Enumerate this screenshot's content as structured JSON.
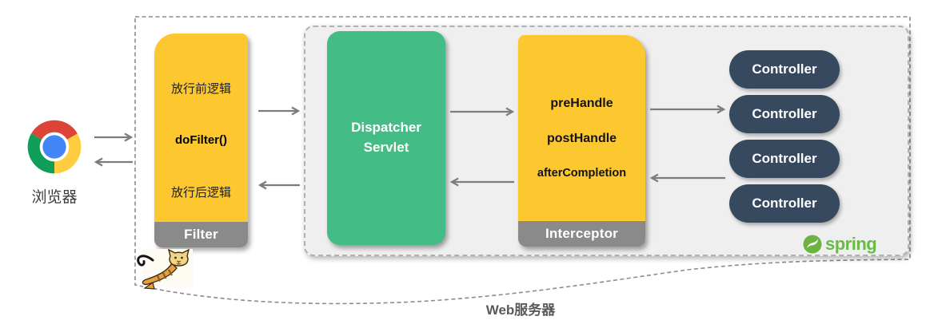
{
  "browser": {
    "label": "浏览器",
    "icon": "chrome-icon"
  },
  "filter": {
    "steps": [
      "放行前逻辑",
      "doFilter()",
      "放行后逻辑"
    ],
    "footer": "Filter"
  },
  "dispatcher": {
    "label": "Dispatcher Servlet"
  },
  "interceptor": {
    "methods": [
      "preHandle",
      "postHandle",
      "afterCompletion"
    ],
    "footer": "Interceptor"
  },
  "controllers": [
    "Controller",
    "Controller",
    "Controller",
    "Controller"
  ],
  "spring": {
    "label": "spring",
    "icon": "spring-leaf-icon"
  },
  "tomcat": {
    "icon": "tomcat-icon"
  },
  "web_server": {
    "label": "Web服务器"
  },
  "colors": {
    "box_yellow": "#FDC72F",
    "box_green": "#44BC86",
    "controller_navy": "#36495E",
    "footer_gray": "#8A8A8A",
    "spring_green": "#6DB33F",
    "spring_text_green": "#68BC45",
    "arrow_gray": "#7C7C7C",
    "container_bg": "#EFEFEF"
  }
}
